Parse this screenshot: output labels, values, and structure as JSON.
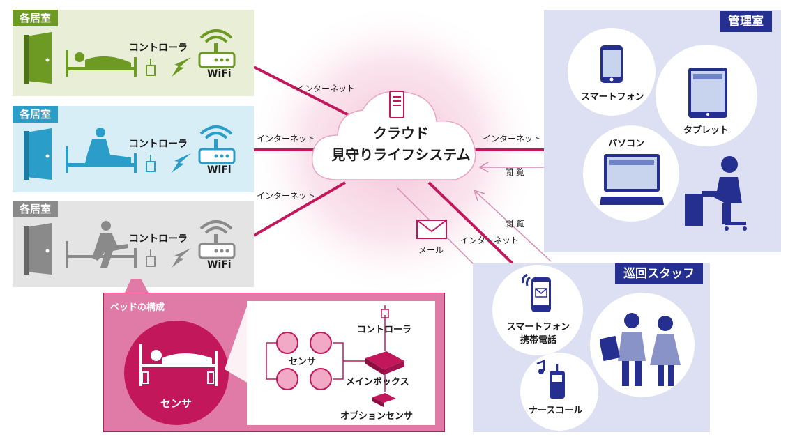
{
  "rooms": [
    {
      "tag": "各居室",
      "controller": "コントローラ",
      "wifi": "WiFi",
      "bg": "#e8efd6",
      "accent": "#6d9a22"
    },
    {
      "tag": "各居室",
      "controller": "コントローラ",
      "wifi": "WiFi",
      "bg": "#d8eef7",
      "accent": "#2a9dc9"
    },
    {
      "tag": "各居室",
      "controller": "コントローラ",
      "wifi": "WiFi",
      "bg": "#e4e4e4",
      "accent": "#8a8a8a"
    }
  ],
  "cloud": {
    "line1": "クラウド",
    "line2": "見守りライフシステム"
  },
  "links": {
    "internet_1": "インターネット",
    "internet_2": "インターネット",
    "internet_3": "インターネット",
    "internet_admin": "インターネット",
    "internet_staff": "インターネット",
    "view_1": "閲 覧",
    "view_2": "閲 覧",
    "mail": "メール"
  },
  "admin": {
    "tag": "管理室",
    "smartphone": "スマートフォン",
    "tablet": "タブレット",
    "pc": "パソコン",
    "bg": "#dde0f2"
  },
  "staff": {
    "tag": "巡回スタッフ",
    "phone_line1": "スマートフォン",
    "phone_line2": "携帯電話",
    "nurse_call": "ナースコール",
    "bg": "#dde0f2"
  },
  "bed": {
    "title": "ベッドの構成",
    "sensor_circle": "センサ",
    "controller": "コントローラ",
    "sensor": "センサ",
    "main_box": "メインボックス",
    "option_sensor": "オプションセンサ",
    "accent": "#c2185b"
  }
}
